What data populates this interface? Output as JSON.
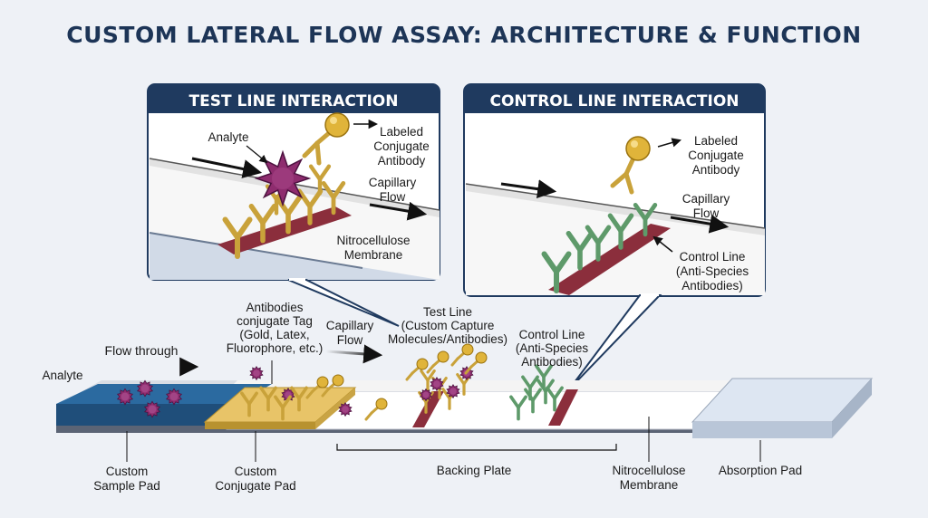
{
  "title": "CUSTOM LATERAL FLOW ASSAY: ARCHITECTURE & FUNCTION",
  "test_panel": {
    "title": "TEST LINE INTERACTION",
    "analyte": "Analyte",
    "conjugate": [
      "Labeled",
      "Conjugate",
      "Antibody"
    ],
    "flow": [
      "Capillary",
      "Flow"
    ],
    "membrane": [
      "Nitrocellulose",
      "Membrane"
    ]
  },
  "control_panel": {
    "title": "CONTROL LINE INTERACTION",
    "conjugate": [
      "Labeled",
      "Conjugate",
      "Antibody"
    ],
    "flow": [
      "Capillary",
      "Flow"
    ],
    "control": [
      "Control Line",
      "(Anti-Species",
      "Antibodies)"
    ]
  },
  "strip": {
    "analyte": "Analyte",
    "flow_through": "Flow through",
    "antibodies_tag": [
      "Antibodies",
      "conjugate Tag",
      "(Gold, Latex,",
      "Fluorophore, etc.)"
    ],
    "capillary_flow": [
      "Capillary",
      "Flow"
    ],
    "test_line": [
      "Test Line",
      "(Custom Capture",
      "Molecules/Antibodies)"
    ],
    "control_line": [
      "Control Line",
      "(Anti-Species",
      "Antibodies)"
    ],
    "sample_pad": [
      "Custom",
      "Sample Pad"
    ],
    "conjugate_pad": [
      "Custom",
      "Conjugate Pad"
    ],
    "backing_plate": "Backing Plate",
    "membrane": [
      "Nitrocellulose",
      "Membrane"
    ],
    "absorption_pad": "Absorption Pad"
  },
  "colors": {
    "panel_header": "#1f3a5f",
    "sample_pad": "#1f4e7a",
    "conjugate_pad": "#e8c468",
    "line_band": "#8b2e3c",
    "antigen": "#8e2c6e",
    "gold": "#e0b43a",
    "capture_ab": "#c9a23a",
    "control_ab": "#5e9a6a"
  }
}
